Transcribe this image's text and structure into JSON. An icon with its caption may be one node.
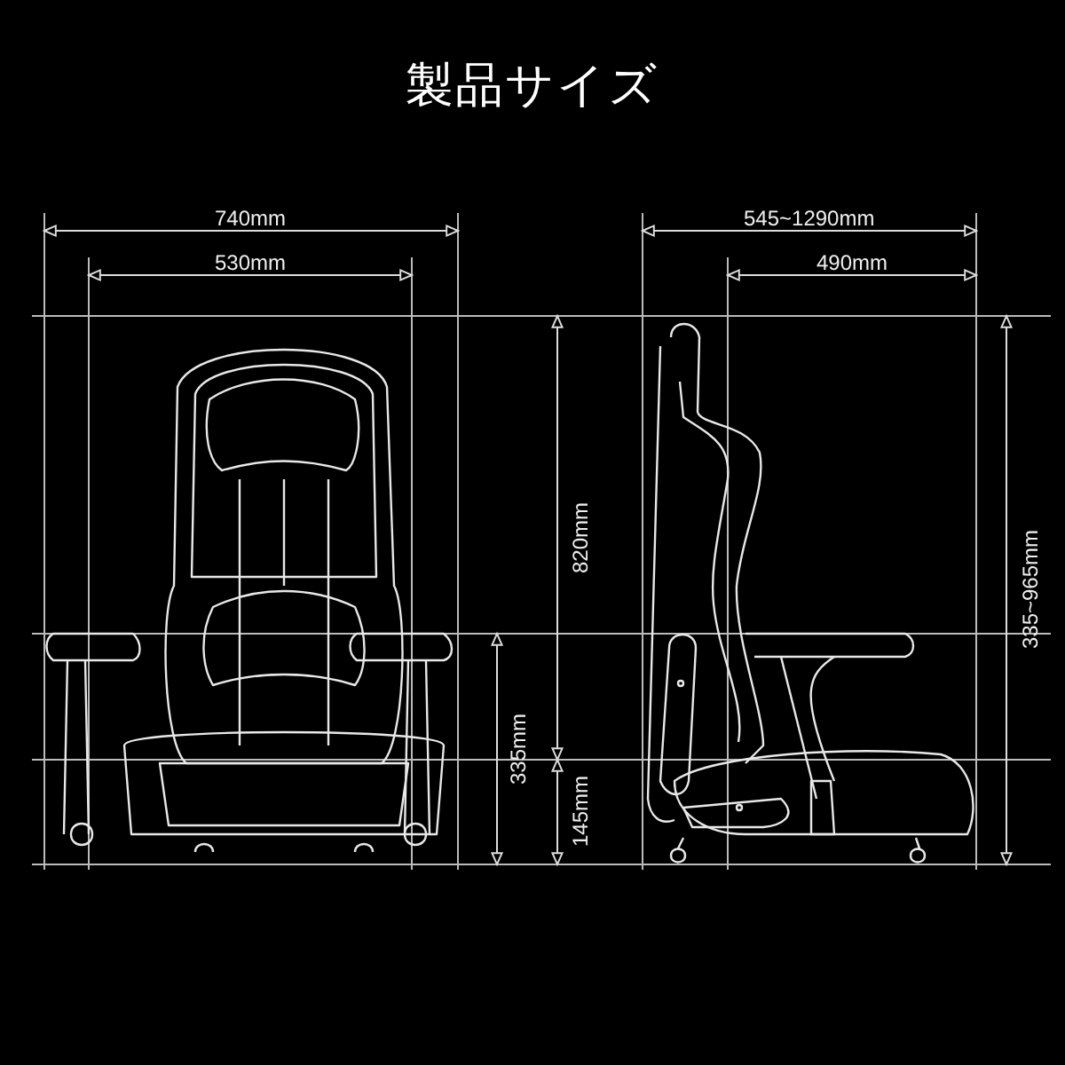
{
  "diagram": {
    "title": "製品サイズ",
    "labels": [
      "740mm",
      "530mm",
      "545~1290mm",
      "490mm",
      "820mm",
      "335mm",
      "145mm",
      "335~965mm"
    ]
  }
}
